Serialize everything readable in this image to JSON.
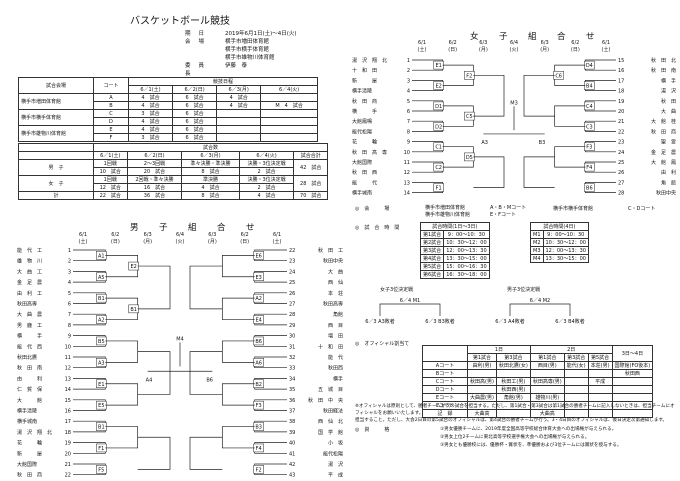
{
  "title": "バスケットボール競技",
  "meta": [
    {
      "k": "期日",
      "v": "2019年6月1日(土)～4日(火)"
    },
    {
      "k": "会場",
      "v": "横手市増田体育館"
    },
    {
      "k": "",
      "v": "横手市横手体育館"
    },
    {
      "k": "",
      "v": "横手市雄物川体育館"
    },
    {
      "k": "委員長",
      "v": "伊藤　泰"
    }
  ],
  "venue_table": {
    "header": [
      "試合会場",
      "コート",
      "競技日程"
    ],
    "days": [
      "6／1(土)",
      "6／2(日)",
      "6／3(月)",
      "6／4(火)"
    ],
    "rows": [
      {
        "venue": "横手市増田体育館",
        "court": "A",
        "d1": "4　試合",
        "d2": "6　試合",
        "d3": "4　試合",
        "d4": ""
      },
      {
        "venue": "",
        "court": "B",
        "d1": "4　試合",
        "d2": "6　試合",
        "d3": "4　試合",
        "d4": "M　4　試合"
      },
      {
        "venue": "横手市横手体育館",
        "court": "C",
        "d1": "3　試合",
        "d2": "6　試合",
        "d3": "",
        "d4": ""
      },
      {
        "venue": "",
        "court": "D",
        "d1": "4　試合",
        "d2": "6　試合",
        "d3": "",
        "d4": ""
      },
      {
        "venue": "横手市雄物川体育館",
        "court": "E",
        "d1": "4　試合",
        "d2": "6　試合",
        "d3": "",
        "d4": ""
      },
      {
        "venue": "",
        "court": "F",
        "d1": "3　試合",
        "d2": "6　試合",
        "d3": "",
        "d4": ""
      }
    ]
  },
  "count_table": {
    "header": "試合数",
    "days": [
      "6／1(土)",
      "6／2(日)",
      "6／3(月)",
      "6／4(火)",
      "試合合計"
    ],
    "rows": [
      {
        "label": "男　子",
        "a": [
          "1回戦",
          "2～3回戦",
          "準々決勝・準決勝",
          "決勝・3位決定戦"
        ],
        "b": [
          "10　試合",
          "20　試合",
          "8　試合",
          "2　試合"
        ],
        "total": "42　試合"
      },
      {
        "label": "女　子",
        "a": [
          "1回戦",
          "2回戦・準々決勝",
          "準決勝",
          "決勝・3位決定戦"
        ],
        "b": [
          "12　試合",
          "16　試合",
          "4　試合",
          "2　試合"
        ],
        "total": "28　試合"
      },
      {
        "label": "計",
        "a": [],
        "b": [
          "22　試合",
          "36　試合",
          "8　試合",
          "4　試合"
        ],
        "total": "70　試合"
      }
    ]
  },
  "boys": {
    "heading": "男　子　組　合　せ",
    "dates": [
      "6/1",
      "6/2",
      "6/3",
      "6/4",
      "6/3",
      "6/2",
      "6/1"
    ],
    "days": [
      "(土)",
      "(日)",
      "(月)",
      "(火)",
      "(月)",
      "(日)",
      "(土)"
    ],
    "left_teams": [
      [
        "1",
        "能　代　工"
      ],
      [
        "2",
        "雄　物　川"
      ],
      [
        "3",
        "大　曲　工"
      ],
      [
        "4",
        "金　足　農"
      ],
      [
        "5",
        "由　利　工"
      ],
      [
        "6",
        "秋田高専"
      ],
      [
        "7",
        "大　曲　農"
      ],
      [
        "8",
        "男　鹿　工"
      ],
      [
        "9",
        "横　　　手"
      ],
      [
        "10",
        "能　代　西"
      ],
      [
        "11",
        "秋田北鷹"
      ],
      [
        "12",
        "秋　田　南"
      ],
      [
        "13",
        "由　　　利"
      ],
      [
        "14",
        "仁　賀　保"
      ],
      [
        "15",
        "大　　　館"
      ],
      [
        "16",
        "横手清陵"
      ],
      [
        "17",
        "横手城南"
      ],
      [
        "18",
        "湯　沢　翔　北"
      ],
      [
        "19",
        "花　　　輪"
      ],
      [
        "20",
        "新　　　屋"
      ],
      [
        "21",
        "大館国際"
      ],
      [
        "22",
        "秋　田　商"
      ]
    ],
    "right_teams": [
      [
        "22",
        "秋　田　工"
      ],
      [
        "23",
        "秋田中央"
      ],
      [
        "24",
        "大　曲"
      ],
      [
        "25",
        "西　仙"
      ],
      [
        "26",
        "本　荘"
      ],
      [
        "27",
        "秋田高専"
      ],
      [
        "28",
        "角館"
      ],
      [
        "29",
        "西　目"
      ],
      [
        "30",
        "増　田"
      ],
      [
        "31",
        "十　和　田"
      ],
      [
        "32",
        "能　代"
      ],
      [
        "33",
        "秋田西"
      ],
      [
        "34",
        "横手"
      ],
      [
        "35",
        "五　城　目"
      ],
      [
        "36",
        "秋　田　中　央"
      ],
      [
        "37",
        "秋田経法"
      ],
      [
        "38",
        "西　仙　北"
      ],
      [
        "39",
        "国　学　館"
      ],
      [
        "40",
        "小　坂"
      ],
      [
        "41",
        "能代松陽"
      ],
      [
        "42",
        "湯　沢"
      ],
      [
        "43",
        "平　成"
      ]
    ],
    "left_games": [
      "A1",
      "A5",
      "B1",
      "A2",
      "B5",
      "A3",
      "E1",
      "E5",
      "B1",
      "F1",
      "F5",
      "E2",
      "B1"
    ],
    "right_games": [
      "E6",
      "E3",
      "A2",
      "E4",
      "B6",
      "A6",
      "B2",
      "F3",
      "B3",
      "F4",
      "F2"
    ],
    "center_games": [
      "A4",
      "M4",
      "B6"
    ]
  },
  "girls": {
    "heading": "女　子　組　合　せ",
    "dates": [
      "6/1",
      "6/2",
      "6/3",
      "6/4",
      "6/3",
      "6/2",
      "6/1"
    ],
    "days": [
      "(土)",
      "(日)",
      "(月)",
      "(火)",
      "(月)",
      "(日)",
      "(土)"
    ],
    "left_teams": [
      [
        "1",
        "湯　沢　翔　北"
      ],
      [
        "2",
        "十　和　田"
      ],
      [
        "3",
        "新　　　屋"
      ],
      [
        "4",
        "横手清陵"
      ],
      [
        "5",
        "秋　田　商"
      ],
      [
        "6",
        "横　　　手"
      ],
      [
        "7",
        "大館鳳鳴"
      ],
      [
        "8",
        "能代松陽"
      ],
      [
        "9",
        "花　　　輪"
      ],
      [
        "10",
        "秋　田　高　専"
      ],
      [
        "11",
        "大館国際"
      ],
      [
        "12",
        "秋　田　西"
      ],
      [
        "13",
        "能　　　代"
      ],
      [
        "14",
        "横手城南"
      ]
    ],
    "right_teams": [
      [
        "15",
        "秋　田　北"
      ],
      [
        "16",
        "秋　田　南"
      ],
      [
        "17",
        "横　手"
      ],
      [
        "18",
        "湯　沢"
      ],
      [
        "19",
        "秋　田"
      ],
      [
        "20",
        "大　曲"
      ],
      [
        "21",
        "大　館　桂"
      ],
      [
        "22",
        "秋　田　商"
      ],
      [
        "23",
        "聖　霊"
      ],
      [
        "24",
        "金　足　農"
      ],
      [
        "25",
        "大　館　鳳"
      ],
      [
        "26",
        "由　利"
      ],
      [
        "27",
        "角　館"
      ],
      [
        "28",
        "秋田中央"
      ]
    ],
    "left_games": [
      "E1",
      "E2",
      "D1",
      "D2",
      "C1",
      "C2",
      "F1",
      "F2",
      "C5",
      "D5"
    ],
    "right_games": [
      "D4",
      "B4",
      "C4",
      "C3",
      "F3",
      "F4",
      "B6",
      "C6"
    ],
    "center_games": [
      "A3",
      "M3",
      "B3"
    ]
  },
  "venue_info": {
    "label": "◎　会　　　場",
    "items": [
      "横手市増田体育館",
      "横手市雄物川体育館",
      "A・B・Mコート",
      "E・Fコート",
      "横手市横手体育館",
      "C・Dコート"
    ]
  },
  "schedule": {
    "label": "◎　試　合　時　間",
    "t1_header": "試合時間(1日～3日)",
    "t1": [
      [
        "第1試合",
        "9：00～10：30"
      ],
      [
        "第2試合",
        "10：30～12：00"
      ],
      [
        "第3試合",
        "12：00～13：30"
      ],
      [
        "第4試合",
        "13：30～15：00"
      ],
      [
        "第5試合",
        "15：00～16：30"
      ],
      [
        "第6試合",
        "16：30～18：00"
      ]
    ],
    "t2_header": "試合時間(4日)",
    "t2": [
      [
        "M1",
        "9：00～10：30"
      ],
      [
        "M2",
        "10：30～12：00"
      ],
      [
        "M3",
        "12：00～13：30"
      ],
      [
        "M4",
        "13：30～15：00"
      ]
    ]
  },
  "playoff": {
    "girls_label": "女子3位決定戦",
    "boys_label": "男子3位決定戦",
    "g_mid": "6／4 M1",
    "b_mid": "6／4 M2",
    "g_items": [
      "6／3 A3敗者",
      "6／3 B3敗者"
    ],
    "b_items": [
      "6／3 A4敗者",
      "6／3 B4敗者"
    ]
  },
  "officials": {
    "label": "◎　オフィシャル割当て",
    "cols": [
      "1日",
      "2日",
      "3日～4日"
    ],
    "sub": [
      "第1試合",
      "第3試合",
      "第1試合",
      "第3試合",
      "第5試合"
    ],
    "rows": [
      [
        "Aコート",
        "由利(男)",
        "秋田北鷹(女)",
        "西目(男)",
        "能代(女)",
        "本荘(男)",
        "国際館(FO後本)"
      ],
      [
        "Bコート",
        "",
        "",
        "",
        "",
        "",
        "秋田西"
      ],
      [
        "Cコート",
        "秋田高(男)",
        "秋田工(男)",
        "秋田高専(男)",
        "",
        "平成",
        ""
      ],
      [
        "Dコート",
        "",
        "秋田西(男)",
        "",
        "",
        "",
        ""
      ],
      [
        "Eコート",
        "大曲農(男)",
        "角館(男)",
        "雄物川(男)",
        "",
        "",
        ""
      ],
      [
        "Fコート",
        "",
        "",
        "",
        "",
        "",
        ""
      ],
      [
        "記　録",
        "大曲高",
        "",
        "大曲高",
        "",
        "",
        ""
      ]
    ]
  },
  "notes": [
    "※オフィシャルは原則として、勝者チームが次の試合を担当する。ただし、第1試合・第3試合は第1試合の勝者チームに記入しないときは、担当チームにオフィシャルをお願いいたします。",
    "担当すること。ただし、大会2日目の第5試合のオフィシャルは、第4試合の勝者チームが行う。3・4日目のオフィシャルは、後日決定次第通知します。"
  ],
  "award": {
    "label": "◎　資　　　格",
    "lines": [
      "①男女優勝チームに、2019年度全国高等学校総合体育大会への出場権が与えられる。",
      "②男女上位2チームに東北高等学校選手権大会への出場権が与えられる。",
      "③男女とも優勝校には、優勝杯・賞状を、準優勝および3位チームには賞状を授与する。"
    ]
  }
}
